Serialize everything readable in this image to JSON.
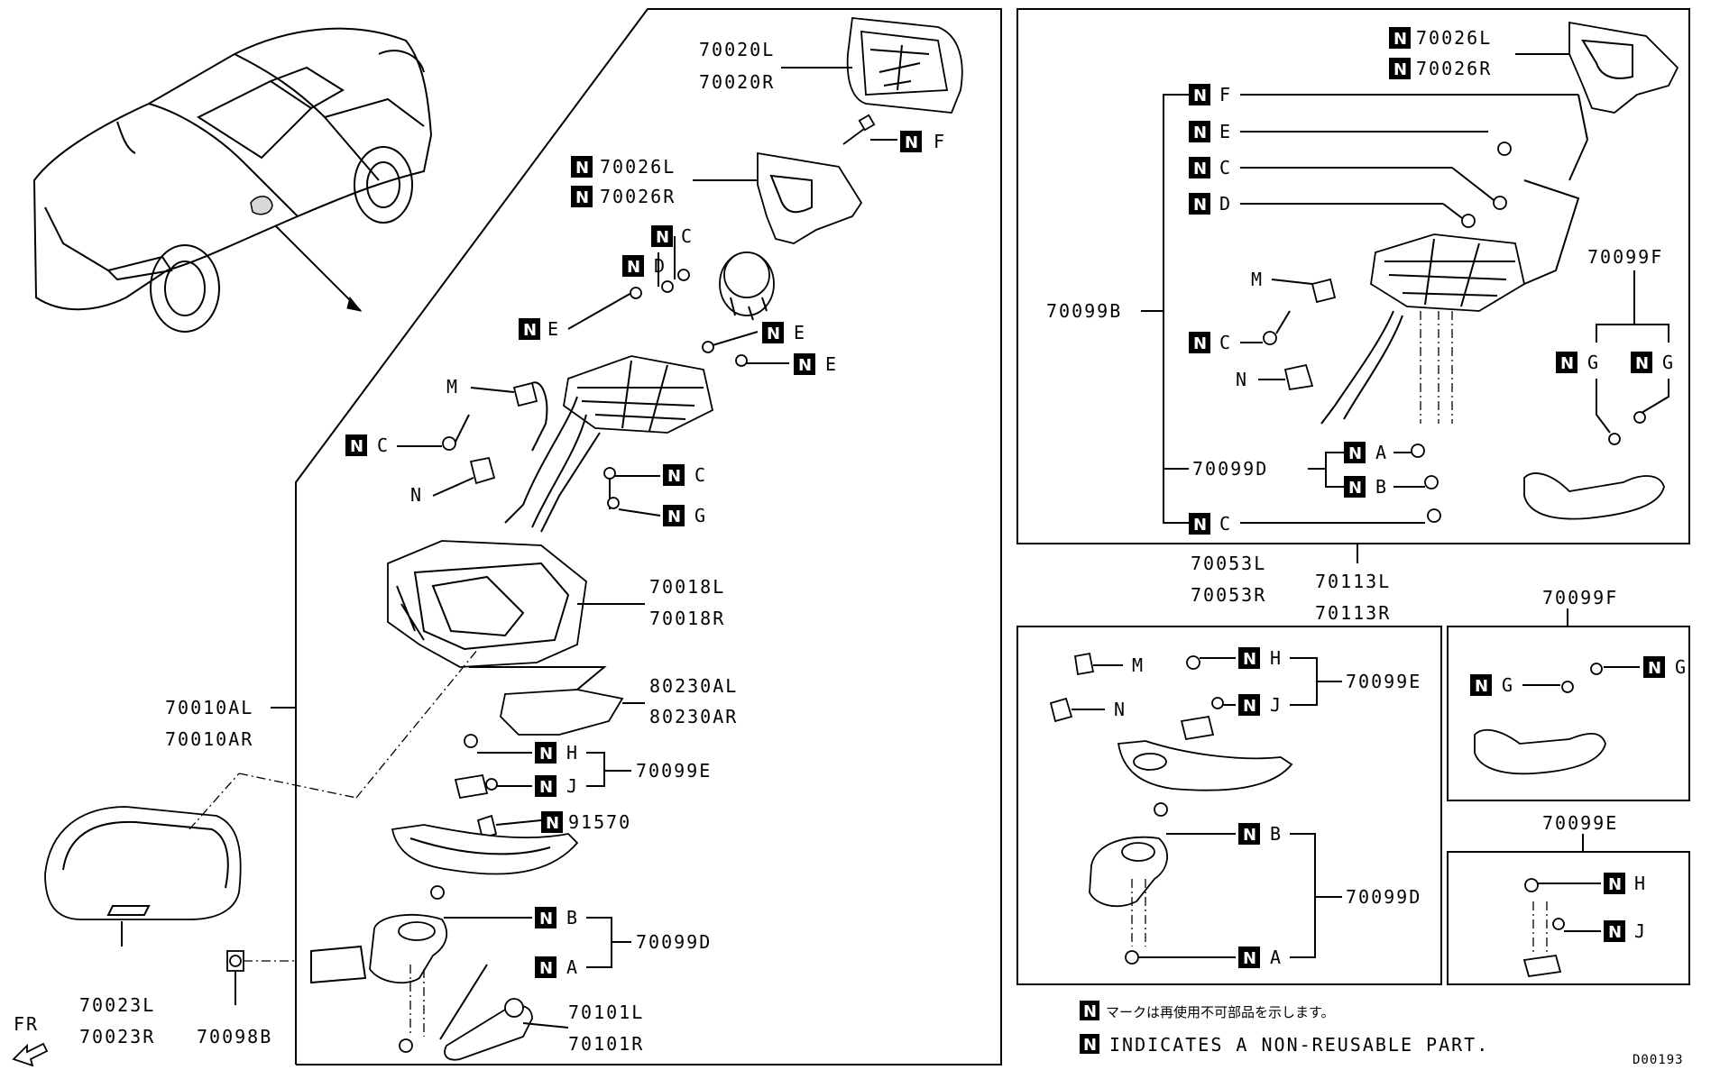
{
  "n_mark": "N",
  "diagram_code": "D00193",
  "direction": "FR",
  "legend": {
    "japanese": "マークは再使用不可部品を示します。",
    "english": "INDICATES A NON-REUSABLE PART."
  },
  "main_panel": {
    "p70020": [
      "70020L",
      "70020R"
    ],
    "p70026": [
      "70026L",
      "70026R"
    ],
    "p70018": [
      "70018L",
      "70018R"
    ],
    "p80230": [
      "80230AL",
      "80230AR"
    ],
    "p70010": [
      "70010AL",
      "70010AR"
    ],
    "p70099E": "70099E",
    "p70099D": "70099D",
    "p70101": [
      "70101L",
      "70101R"
    ],
    "p70023": [
      "70023L",
      "70023R"
    ],
    "p70098B": "70098B",
    "p91570": "91570",
    "letters": {
      "F": "F",
      "C": "C",
      "D": "D",
      "E": "E",
      "M": "M",
      "N": "N",
      "G": "G",
      "H": "H",
      "J": "J",
      "B": "B",
      "A": "A"
    }
  },
  "top_right_panel": {
    "p70026": [
      "70026L",
      "70026R"
    ],
    "p70099B": "70099B",
    "p70099D": "70099D",
    "p70099F": "70099F",
    "p70113": [
      "70113L",
      "70113R"
    ]
  },
  "bottom_panels": {
    "p70053": [
      "70053L",
      "70053R"
    ],
    "p70099E": "70099E",
    "p70099D": "70099D",
    "p70099F": "70099F",
    "p70099E_small": "70099E"
  }
}
